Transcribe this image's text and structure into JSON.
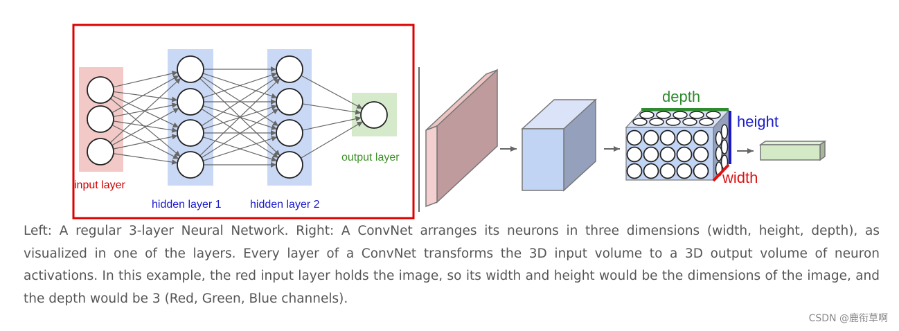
{
  "neural_net": {
    "labels": {
      "input": "input layer",
      "hidden1": "hidden layer 1",
      "hidden2": "hidden layer 2",
      "output": "output layer"
    },
    "colors": {
      "input": "#cc0000",
      "hidden": "#1a1acc",
      "output": "#3f8f2a",
      "highlight_border": "#dd0000"
    }
  },
  "convnet": {
    "labels": {
      "depth": "depth",
      "height": "height",
      "width": "width"
    },
    "colors": {
      "depth": "#2e8b2e",
      "height": "#1a1acc",
      "width": "#dd1111"
    }
  },
  "caption": "Left: A regular 3-layer Neural Network. Right: A ConvNet arranges its neurons in three dimensions (width, height, depth), as visualized in one of the layers. Every layer of a ConvNet transforms the 3D input volume to a 3D output volume of neuron activations. In this example, the red input layer holds the image, so its width and height would be the dimensions of the image, and the depth would be 3 (Red, Green, Blue channels).",
  "watermark": "CSDN @鹿衔草啊"
}
